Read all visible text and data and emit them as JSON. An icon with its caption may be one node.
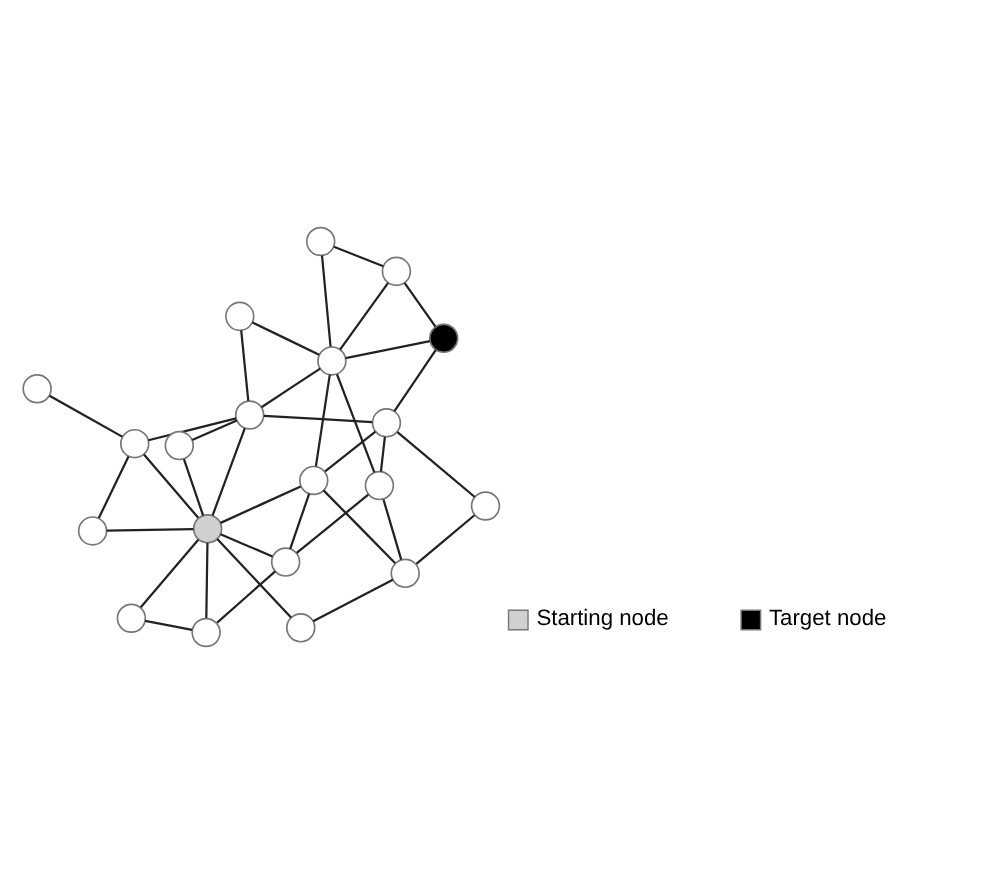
{
  "diagram": {
    "nodes": [
      {
        "text": [],
        "shape": "circle"
      },
      {
        "text": [],
        "shape": "circle"
      },
      {
        "text": [],
        "shape": "circle"
      },
      {
        "text": [],
        "shape": "circle"
      },
      {
        "text": [],
        "shape": "circle"
      },
      {
        "text": [],
        "shape": "circle"
      },
      {
        "text": [],
        "shape": "circle"
      },
      {
        "text": [],
        "shape": "circle"
      },
      {
        "text": [],
        "shape": "circle"
      },
      {
        "text": [],
        "shape": "circle"
      },
      {
        "text": [],
        "shape": "circle"
      },
      {
        "text": [],
        "shape": "circle"
      },
      {
        "text": [],
        "shape": "circle"
      },
      {
        "text": [],
        "shape": "circle"
      },
      {
        "text": [],
        "shape": "circle"
      },
      {
        "text": [],
        "shape": "circle"
      },
      {
        "text": [],
        "shape": "circle"
      },
      {
        "text": [],
        "shape": "circle"
      },
      {
        "text": [],
        "shape": "circle"
      },
      {
        "text": [],
        "shape": "circle"
      }
    ],
    "edges": [
      {
        "from": 3,
        "to": 5,
        "arrow": "none"
      },
      {
        "from": 1,
        "to": 5,
        "arrow": "none"
      },
      {
        "from": 1,
        "to": 6,
        "arrow": "none"
      },
      {
        "from": 5,
        "to": 6,
        "arrow": "none"
      },
      {
        "from": 5,
        "to": 10,
        "arrow": "none"
      },
      {
        "from": 6,
        "to": 11,
        "arrow": "none"
      },
      {
        "from": 6,
        "to": 10,
        "arrow": "none"
      },
      {
        "from": 6,
        "to": 0,
        "arrow": "none"
      },
      {
        "from": 6,
        "to": 2,
        "arrow": "none"
      },
      {
        "from": 6,
        "to": 4,
        "arrow": "none"
      },
      {
        "from": 6,
        "to": 7,
        "arrow": "none"
      },
      {
        "from": 6,
        "to": 8,
        "arrow": "none"
      },
      {
        "from": 0,
        "to": 2,
        "arrow": "none"
      },
      {
        "from": 2,
        "to": 8,
        "arrow": "none"
      },
      {
        "from": 4,
        "to": 9,
        "arrow": "none"
      },
      {
        "from": 7,
        "to": 8,
        "arrow": "none"
      },
      {
        "from": 7,
        "to": 9,
        "arrow": "none"
      },
      {
        "from": 7,
        "to": 14,
        "arrow": "none"
      },
      {
        "from": 7,
        "to": 12,
        "arrow": "none"
      },
      {
        "from": 8,
        "to": 15,
        "arrow": "none"
      },
      {
        "from": 9,
        "to": 15,
        "arrow": "none"
      },
      {
        "from": 9,
        "to": 13,
        "arrow": "none"
      },
      {
        "from": 11,
        "to": 10,
        "arrow": "none"
      },
      {
        "from": 10,
        "to": 12,
        "arrow": "none"
      },
      {
        "from": 10,
        "to": 14,
        "arrow": "none"
      },
      {
        "from": 10,
        "to": 19,
        "arrow": "none"
      },
      {
        "from": 12,
        "to": 13,
        "arrow": "none"
      },
      {
        "from": 12,
        "to": 15,
        "arrow": "none"
      },
      {
        "from": 12,
        "to": 16,
        "arrow": "none"
      },
      {
        "from": 14,
        "to": 15,
        "arrow": "none"
      },
      {
        "from": 14,
        "to": 17,
        "arrow": "none"
      },
      {
        "from": 14,
        "to": 19,
        "arrow": "none"
      },
      {
        "from": 14,
        "to": 16,
        "arrow": "none"
      },
      {
        "from": 14,
        "to": 18,
        "arrow": "none"
      },
      {
        "from": 16,
        "to": 18,
        "arrow": "none"
      },
      {
        "from": 17,
        "to": 18,
        "arrow": "none"
      }
    ],
    "legend": [
      {
        "text": "Starting node"
      },
      {
        "text": "Target node",
        "color": "#000000"
      }
    ]
  }
}
